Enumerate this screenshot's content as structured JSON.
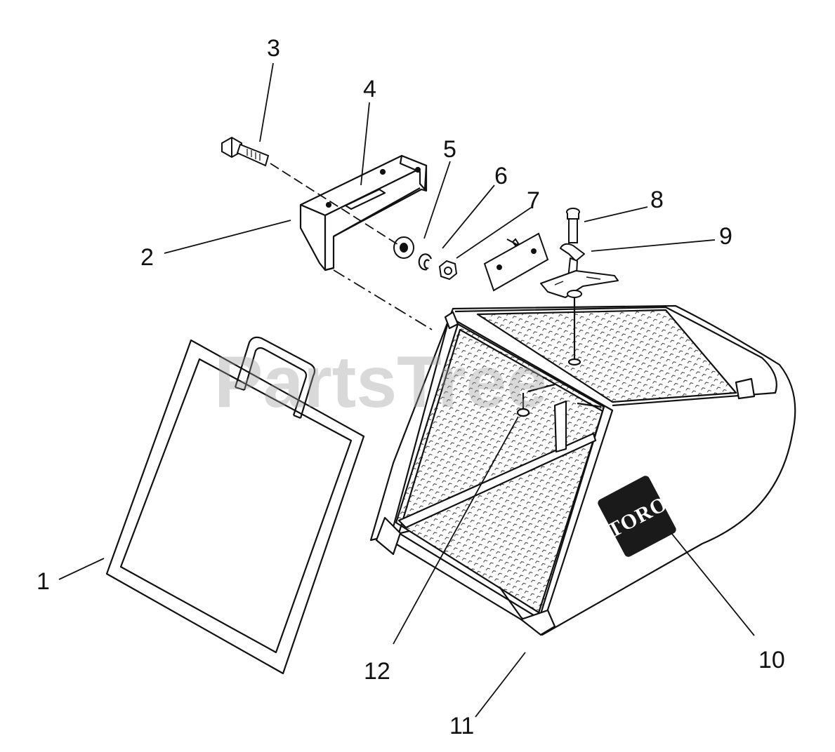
{
  "diagram": {
    "watermark": "PartsTree",
    "brand_logo": "TORO",
    "callouts": [
      {
        "id": "1",
        "label": "1"
      },
      {
        "id": "2",
        "label": "2"
      },
      {
        "id": "3",
        "label": "3"
      },
      {
        "id": "4",
        "label": "4"
      },
      {
        "id": "5",
        "label": "5"
      },
      {
        "id": "6",
        "label": "6"
      },
      {
        "id": "7",
        "label": "7"
      },
      {
        "id": "8",
        "label": "8"
      },
      {
        "id": "9",
        "label": "9"
      },
      {
        "id": "10",
        "label": "10"
      },
      {
        "id": "11",
        "label": "11"
      },
      {
        "id": "12",
        "label": "12"
      }
    ],
    "colors": {
      "line": "#111111",
      "background": "#ffffff",
      "logo_fill": "#1a1a1a",
      "watermark": "#9a9a9a"
    }
  }
}
